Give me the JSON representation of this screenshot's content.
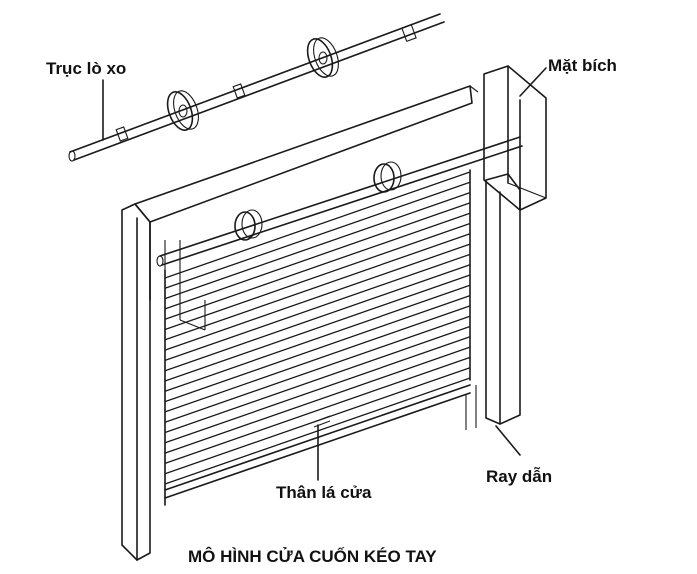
{
  "labels": {
    "spring_shaft": "Trục lò xo",
    "flange": "Mặt bích",
    "guide_rail": "Ray dẫn",
    "door_body": "Thân lá cửa"
  },
  "caption": "MÔ HÌNH CỬA CUỐN KÉO TAY",
  "colors": {
    "ink": "#1a1a1a",
    "background": "#ffffff"
  }
}
